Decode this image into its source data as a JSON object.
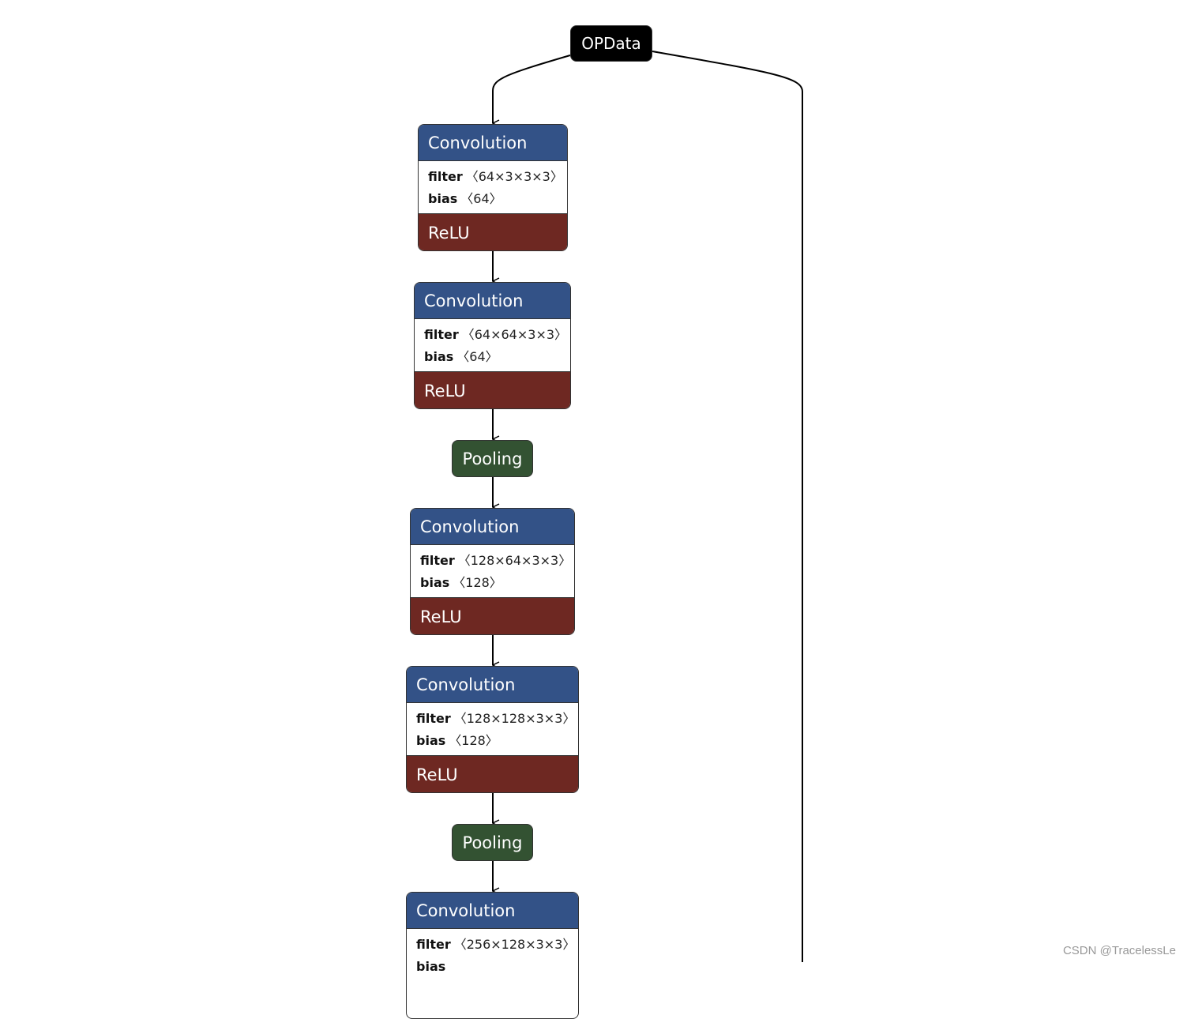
{
  "graph": {
    "input_label": "OPData",
    "nodes": [
      {
        "type": "Convolution",
        "attrs": [
          {
            "key": "filter",
            "value": "〈64×3×3×3〉"
          },
          {
            "key": "bias",
            "value": "〈64〉"
          }
        ],
        "activation": "ReLU"
      },
      {
        "type": "Convolution",
        "attrs": [
          {
            "key": "filter",
            "value": "〈64×64×3×3〉"
          },
          {
            "key": "bias",
            "value": "〈64〉"
          }
        ],
        "activation": "ReLU"
      },
      {
        "type": "Pooling"
      },
      {
        "type": "Convolution",
        "attrs": [
          {
            "key": "filter",
            "value": "〈128×64×3×3〉"
          },
          {
            "key": "bias",
            "value": "〈128〉"
          }
        ],
        "activation": "ReLU"
      },
      {
        "type": "Convolution",
        "attrs": [
          {
            "key": "filter",
            "value": "〈128×128×3×3〉"
          },
          {
            "key": "bias",
            "value": "〈128〉"
          }
        ],
        "activation": "ReLU"
      },
      {
        "type": "Pooling"
      },
      {
        "type": "Convolution",
        "attrs": [
          {
            "key": "filter",
            "value": "〈256×128×3×3〉"
          },
          {
            "key": "bias",
            "value": ""
          }
        ]
      }
    ]
  },
  "colors": {
    "convolution_header": "#335287",
    "activation": "#6e2822",
    "pooling": "#335232",
    "input": "#000000"
  },
  "watermark": "CSDN @TracelessLe"
}
